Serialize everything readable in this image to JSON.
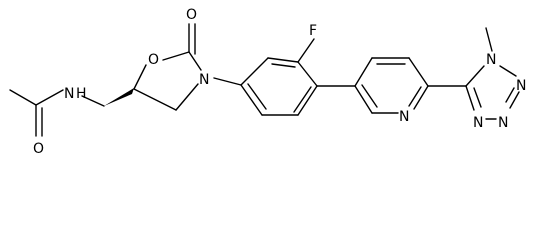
{
  "molecule": {
    "atoms": {
      "amide_n": "N",
      "amide_h": "H",
      "carbonyl_o_acetyl": "O",
      "ring_o": "O",
      "oxazolidinone_o": "O",
      "oxazolidinone_n": "N",
      "fluorine": "F",
      "pyridine_n": "N",
      "tetrazole_n1": "N",
      "tetrazole_n2": "N",
      "tetrazole_n3": "N",
      "tetrazole_n4": "N",
      "methyl_n": "N"
    }
  }
}
